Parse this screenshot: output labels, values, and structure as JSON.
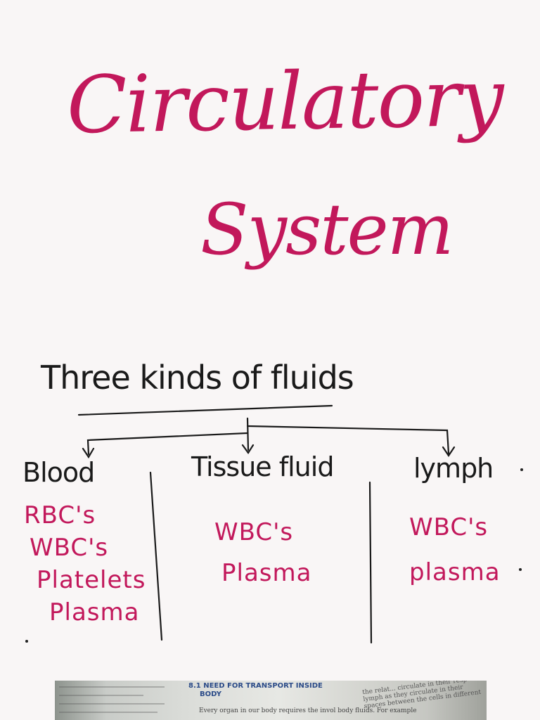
{
  "title": {
    "line1": "Circulatory",
    "line2": "System"
  },
  "heading": "Three kinds of fluids",
  "columns": [
    {
      "name": "Blood",
      "items": [
        "RBC's",
        "WBC's",
        "Platelets",
        "Plasma"
      ]
    },
    {
      "name": "Tissue fluid",
      "items": [
        "WBC's",
        "Plasma"
      ]
    },
    {
      "name": "lymph",
      "items": [
        "WBC's",
        "plasma"
      ]
    }
  ],
  "textbook_photo": {
    "section_heading": "8.1 NEED FOR TRANSPORT INSIDE",
    "section_heading_2": "BODY",
    "body_text": "Every organ in our body requires the invol",
    "body_text_2": "body fluids. For example",
    "side_text_1": "the relat... circulate in their resp",
    "side_text_2": "lymph as they circulate in their",
    "side_text_3": "spaces between the cells in different"
  },
  "colors": {
    "title_ink": "#c2185b",
    "black_ink": "#1a1a1a",
    "paper": "#f9f6f6"
  }
}
